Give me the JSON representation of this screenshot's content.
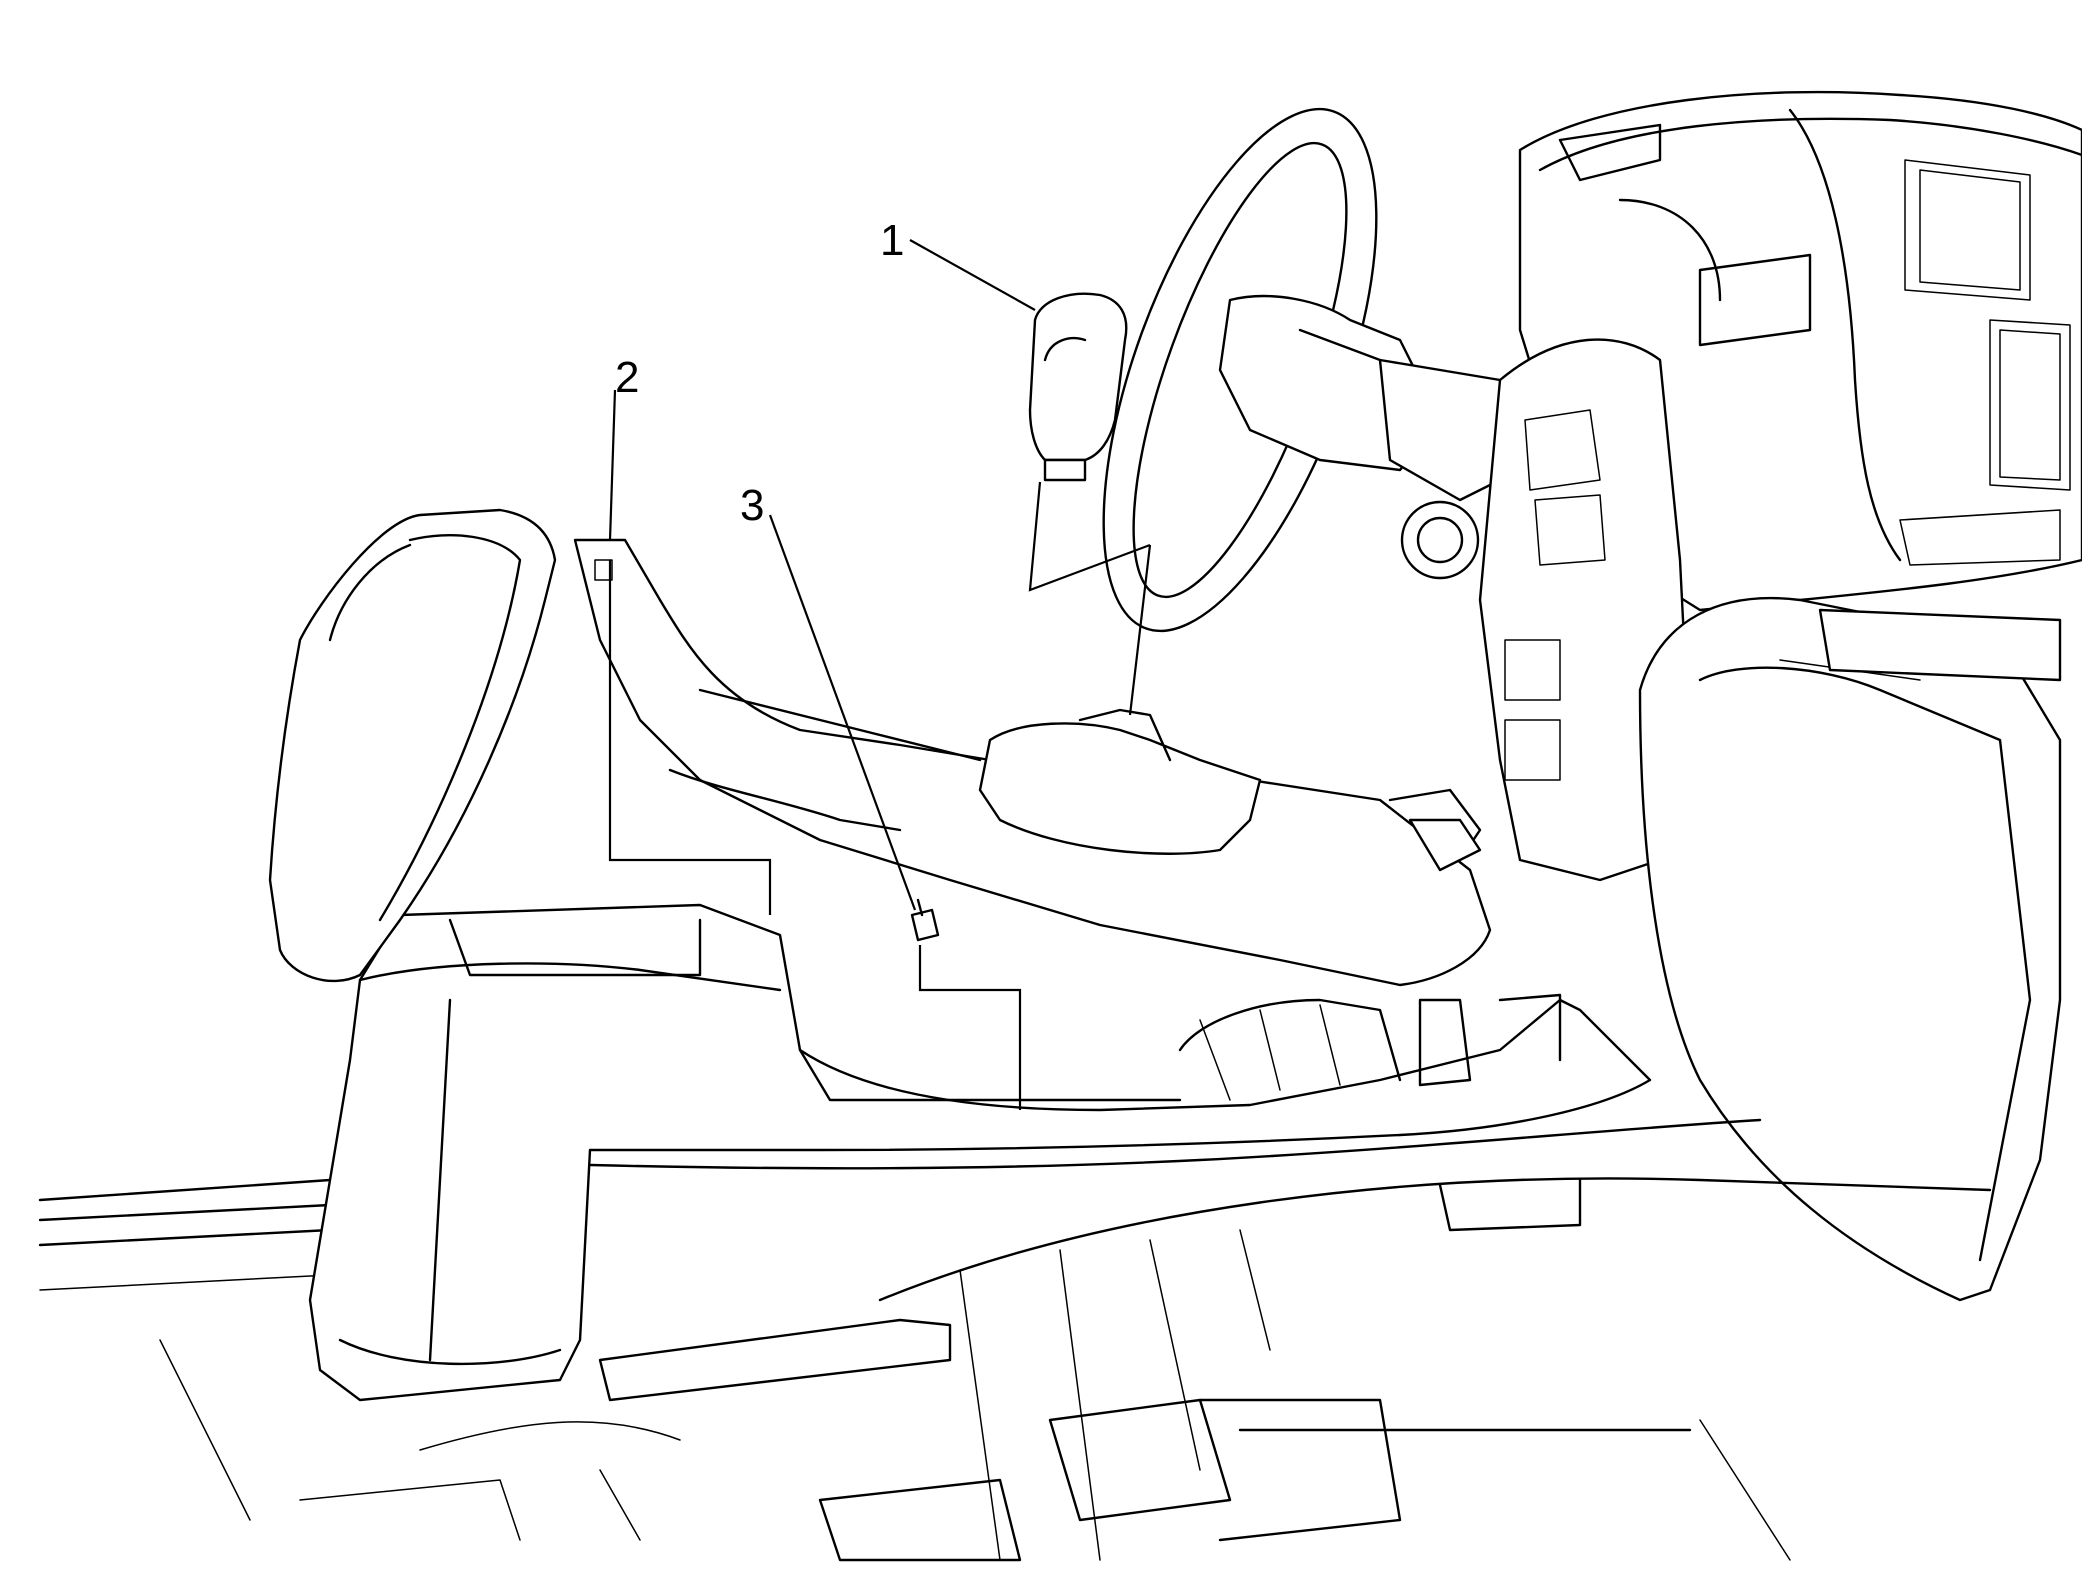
{
  "callouts": [
    {
      "label": "1",
      "part": "shift-knob"
    },
    {
      "label": "2",
      "part": "console-trim-plate"
    },
    {
      "label": "3",
      "part": "electrical-connector"
    }
  ]
}
